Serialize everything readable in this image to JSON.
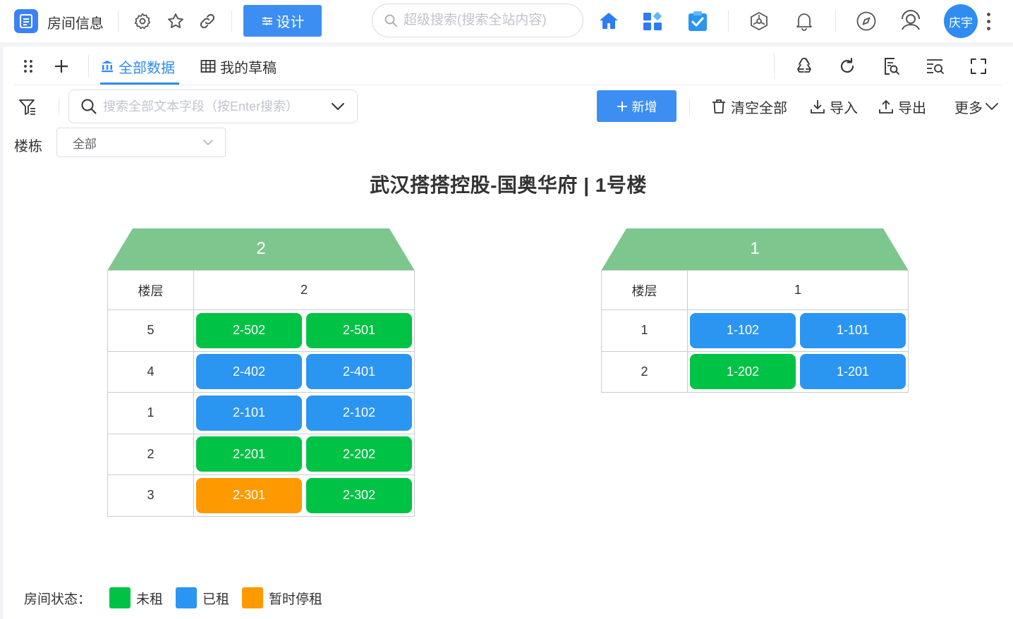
{
  "app": {
    "title": "房间信息"
  },
  "toolbar": {
    "design_label": "设计",
    "search_placeholder": "超级搜索(搜索全站内容)",
    "user_name": "庆宇"
  },
  "tabs": [
    {
      "label": "全部数据",
      "active": true
    },
    {
      "label": "我的草稿",
      "active": false
    }
  ],
  "filter": {
    "search_placeholder": "搜索全部文本字段（按Enter搜索）",
    "building_label": "楼栋",
    "building_value": "全部"
  },
  "actions": {
    "add_label": "新增",
    "clear_label": "清空全部",
    "import_label": "导入",
    "export_label": "导出",
    "more_label": "更多"
  },
  "heading": "武汉搭搭控股-国奥华府 | 1号楼",
  "status_colors": {
    "未租": "#00c244",
    "已租": "#2b95f2",
    "暂时停租": "#ff9900",
    "roof": "#7dc78e"
  },
  "units": [
    {
      "name": "2",
      "floor_header": "楼层",
      "unit_header": "2",
      "floors": [
        {
          "floor": "5",
          "rooms": [
            {
              "id": "2-502",
              "status": "未租"
            },
            {
              "id": "2-501",
              "status": "未租"
            }
          ]
        },
        {
          "floor": "4",
          "rooms": [
            {
              "id": "2-402",
              "status": "已租"
            },
            {
              "id": "2-401",
              "status": "已租"
            }
          ]
        },
        {
          "floor": "1",
          "rooms": [
            {
              "id": "2-101",
              "status": "已租"
            },
            {
              "id": "2-102",
              "status": "已租"
            }
          ]
        },
        {
          "floor": "2",
          "rooms": [
            {
              "id": "2-201",
              "status": "未租"
            },
            {
              "id": "2-202",
              "status": "未租"
            }
          ]
        },
        {
          "floor": "3",
          "rooms": [
            {
              "id": "2-301",
              "status": "暂时停租"
            },
            {
              "id": "2-302",
              "status": "未租"
            }
          ]
        }
      ]
    },
    {
      "name": "1",
      "floor_header": "楼层",
      "unit_header": "1",
      "floors": [
        {
          "floor": "1",
          "rooms": [
            {
              "id": "1-102",
              "status": "已租"
            },
            {
              "id": "1-101",
              "status": "已租"
            }
          ]
        },
        {
          "floor": "2",
          "rooms": [
            {
              "id": "1-202",
              "status": "未租"
            },
            {
              "id": "1-201",
              "status": "已租"
            }
          ]
        }
      ]
    }
  ],
  "legend": {
    "title": "房间状态：",
    "items": [
      {
        "label": "未租",
        "color": "#00c244"
      },
      {
        "label": "已租",
        "color": "#2b95f2"
      },
      {
        "label": "暂时停租",
        "color": "#ff9900"
      }
    ]
  }
}
